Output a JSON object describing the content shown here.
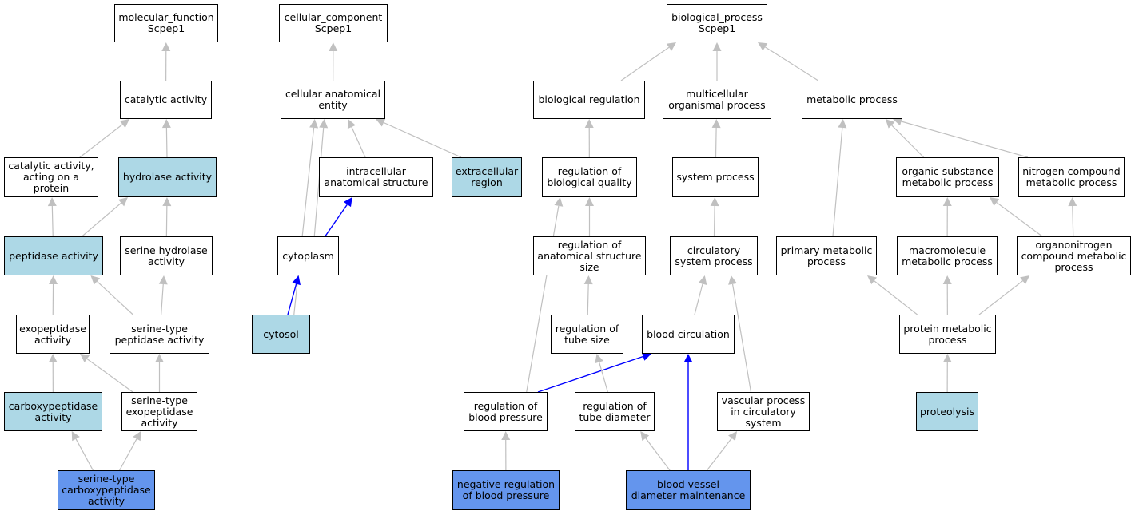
{
  "colors": {
    "plain": "#ffffff",
    "light": "#add8e6",
    "dark": "#6495ed",
    "edge_gray": "#c0c0c0",
    "edge_blue": "#0000ff"
  },
  "nodes": {
    "mf_root": {
      "label": "molecular_function\nScpep1",
      "style": "plain"
    },
    "catalytic": {
      "label": "catalytic activity",
      "style": "plain"
    },
    "cat_protein": {
      "label": "catalytic activity,\nacting on a\nprotein",
      "style": "plain"
    },
    "hydrolase": {
      "label": "hydrolase activity",
      "style": "light"
    },
    "peptidase": {
      "label": "peptidase activity",
      "style": "light"
    },
    "serine_hydrolase": {
      "label": "serine hydrolase\nactivity",
      "style": "plain"
    },
    "exopeptidase": {
      "label": "exopeptidase\nactivity",
      "style": "plain"
    },
    "serine_peptidase": {
      "label": "serine-type\npeptidase activity",
      "style": "plain"
    },
    "carboxypeptidase": {
      "label": "carboxypeptidase\nactivity",
      "style": "light"
    },
    "serine_exo": {
      "label": "serine-type\nexopeptidase\nactivity",
      "style": "plain"
    },
    "serine_carboxy": {
      "label": "serine-type\ncarboxypeptidase\nactivity",
      "style": "dark"
    },
    "cc_root": {
      "label": "cellular_component\nScpep1",
      "style": "plain"
    },
    "cae": {
      "label": "cellular anatomical\nentity",
      "style": "plain"
    },
    "intracellular": {
      "label": "intracellular\nanatomical structure",
      "style": "plain"
    },
    "extracellular": {
      "label": "extracellular\nregion",
      "style": "light"
    },
    "cytoplasm": {
      "label": "cytoplasm",
      "style": "plain"
    },
    "cytosol": {
      "label": "cytosol",
      "style": "light"
    },
    "bp_root": {
      "label": "biological_process\nScpep1",
      "style": "plain"
    },
    "bio_reg": {
      "label": "biological regulation",
      "style": "plain"
    },
    "multicell": {
      "label": "multicellular\norganismal process",
      "style": "plain"
    },
    "metabolic": {
      "label": "metabolic process",
      "style": "plain"
    },
    "reg_bio_quality": {
      "label": "regulation of\nbiological quality",
      "style": "plain"
    },
    "system_process": {
      "label": "system process",
      "style": "plain"
    },
    "organic_subst": {
      "label": "organic substance\nmetabolic process",
      "style": "plain"
    },
    "nitrogen": {
      "label": "nitrogen compound\nmetabolic process",
      "style": "plain"
    },
    "reg_anat_size": {
      "label": "regulation of\nanatomical structure\nsize",
      "style": "plain"
    },
    "circ_sys": {
      "label": "circulatory\nsystem process",
      "style": "plain"
    },
    "primary_met": {
      "label": "primary metabolic\nprocess",
      "style": "plain"
    },
    "macromol": {
      "label": "macromolecule\nmetabolic process",
      "style": "plain"
    },
    "organonitrogen": {
      "label": "organonitrogen\ncompound metabolic\nprocess",
      "style": "plain"
    },
    "reg_tube_size": {
      "label": "regulation of\ntube size",
      "style": "plain"
    },
    "blood_circ": {
      "label": "blood circulation",
      "style": "plain"
    },
    "protein_met": {
      "label": "protein metabolic\nprocess",
      "style": "plain"
    },
    "reg_bp": {
      "label": "regulation of\nblood pressure",
      "style": "plain"
    },
    "reg_tube_diam": {
      "label": "regulation of\ntube diameter",
      "style": "plain"
    },
    "vascular": {
      "label": "vascular process\nin circulatory\nsystem",
      "style": "plain"
    },
    "proteolysis": {
      "label": "proteolysis",
      "style": "light"
    },
    "neg_reg_bp": {
      "label": "negative regulation\nof blood pressure",
      "style": "dark"
    },
    "bv_diam": {
      "label": "blood vessel\ndiameter maintenance",
      "style": "dark"
    }
  },
  "edges": [
    {
      "from": "catalytic",
      "to": "mf_root",
      "color": "gray"
    },
    {
      "from": "cat_protein",
      "to": "catalytic",
      "color": "gray"
    },
    {
      "from": "hydrolase",
      "to": "catalytic",
      "color": "gray"
    },
    {
      "from": "peptidase",
      "to": "cat_protein",
      "color": "gray"
    },
    {
      "from": "peptidase",
      "to": "hydrolase",
      "color": "gray"
    },
    {
      "from": "serine_hydrolase",
      "to": "hydrolase",
      "color": "gray"
    },
    {
      "from": "exopeptidase",
      "to": "peptidase",
      "color": "gray"
    },
    {
      "from": "serine_peptidase",
      "to": "peptidase",
      "color": "gray"
    },
    {
      "from": "serine_peptidase",
      "to": "serine_hydrolase",
      "color": "gray"
    },
    {
      "from": "carboxypeptidase",
      "to": "exopeptidase",
      "color": "gray"
    },
    {
      "from": "serine_exo",
      "to": "exopeptidase",
      "color": "gray"
    },
    {
      "from": "serine_exo",
      "to": "serine_peptidase",
      "color": "gray"
    },
    {
      "from": "serine_carboxy",
      "to": "carboxypeptidase",
      "color": "gray"
    },
    {
      "from": "serine_carboxy",
      "to": "serine_exo",
      "color": "gray"
    },
    {
      "from": "cae",
      "to": "cc_root",
      "color": "gray"
    },
    {
      "from": "intracellular",
      "to": "cae",
      "color": "gray"
    },
    {
      "from": "extracellular",
      "to": "cae",
      "color": "gray"
    },
    {
      "from": "cytoplasm",
      "to": "cae",
      "color": "gray"
    },
    {
      "from": "cytoplasm",
      "to": "intracellular",
      "color": "blue"
    },
    {
      "from": "cytosol",
      "to": "cae",
      "color": "gray"
    },
    {
      "from": "cytosol",
      "to": "cytoplasm",
      "color": "blue"
    },
    {
      "from": "bio_reg",
      "to": "bp_root",
      "color": "gray"
    },
    {
      "from": "multicell",
      "to": "bp_root",
      "color": "gray"
    },
    {
      "from": "metabolic",
      "to": "bp_root",
      "color": "gray"
    },
    {
      "from": "reg_bio_quality",
      "to": "bio_reg",
      "color": "gray"
    },
    {
      "from": "system_process",
      "to": "multicell",
      "color": "gray"
    },
    {
      "from": "organic_subst",
      "to": "metabolic",
      "color": "gray"
    },
    {
      "from": "nitrogen",
      "to": "metabolic",
      "color": "gray"
    },
    {
      "from": "primary_met",
      "to": "metabolic",
      "color": "gray"
    },
    {
      "from": "reg_anat_size",
      "to": "reg_bio_quality",
      "color": "gray"
    },
    {
      "from": "circ_sys",
      "to": "system_process",
      "color": "gray"
    },
    {
      "from": "macromol",
      "to": "organic_subst",
      "color": "gray"
    },
    {
      "from": "organonitrogen",
      "to": "organic_subst",
      "color": "gray"
    },
    {
      "from": "organonitrogen",
      "to": "nitrogen",
      "color": "gray"
    },
    {
      "from": "reg_tube_size",
      "to": "reg_anat_size",
      "color": "gray"
    },
    {
      "from": "blood_circ",
      "to": "circ_sys",
      "color": "gray"
    },
    {
      "from": "vascular",
      "to": "circ_sys",
      "color": "gray"
    },
    {
      "from": "protein_met",
      "to": "primary_met",
      "color": "gray"
    },
    {
      "from": "protein_met",
      "to": "macromol",
      "color": "gray"
    },
    {
      "from": "protein_met",
      "to": "organonitrogen",
      "color": "gray"
    },
    {
      "from": "reg_bp",
      "to": "reg_bio_quality",
      "color": "gray"
    },
    {
      "from": "reg_bp",
      "to": "blood_circ",
      "color": "blue"
    },
    {
      "from": "reg_tube_diam",
      "to": "reg_tube_size",
      "color": "gray"
    },
    {
      "from": "proteolysis",
      "to": "protein_met",
      "color": "gray"
    },
    {
      "from": "neg_reg_bp",
      "to": "reg_bp",
      "color": "gray"
    },
    {
      "from": "bv_diam",
      "to": "reg_tube_diam",
      "color": "gray"
    },
    {
      "from": "bv_diam",
      "to": "blood_circ",
      "color": "blue"
    },
    {
      "from": "bv_diam",
      "to": "vascular",
      "color": "gray"
    }
  ]
}
